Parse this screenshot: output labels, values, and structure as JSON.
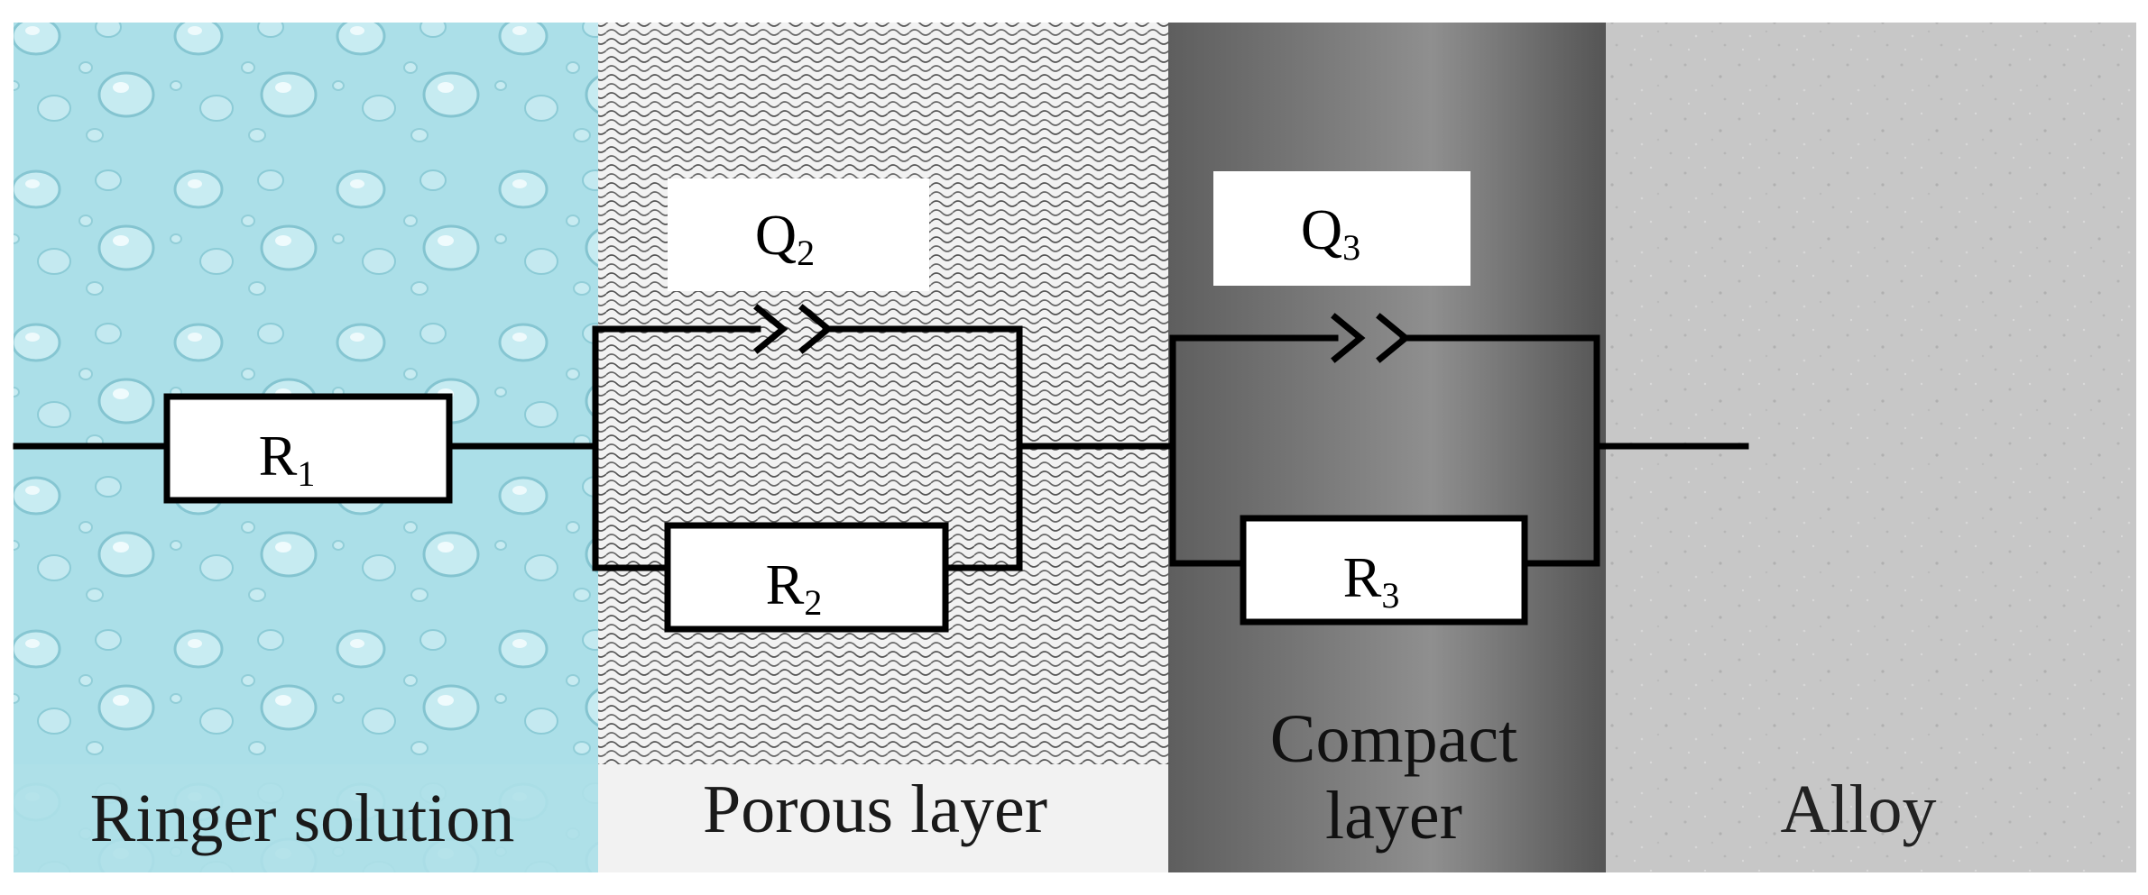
{
  "layers": [
    {
      "id": "ringer",
      "label": "Ringer solution",
      "color": "#a8dde6"
    },
    {
      "id": "porous",
      "label": "Porous layer",
      "color": "#f1f1f1"
    },
    {
      "id": "compact",
      "label_line1": "Compact",
      "label_line2": "layer",
      "color": "#6e6e6e"
    },
    {
      "id": "alloy",
      "label": "Alloy",
      "color": "#c9c9c9"
    }
  ],
  "components": {
    "r1": {
      "letter": "R",
      "sub": "1"
    },
    "q2": {
      "letter": "Q",
      "sub": "2"
    },
    "r2": {
      "letter": "R",
      "sub": "2"
    },
    "q3": {
      "letter": "Q",
      "sub": "3"
    },
    "r3": {
      "letter": "R",
      "sub": "3"
    }
  }
}
